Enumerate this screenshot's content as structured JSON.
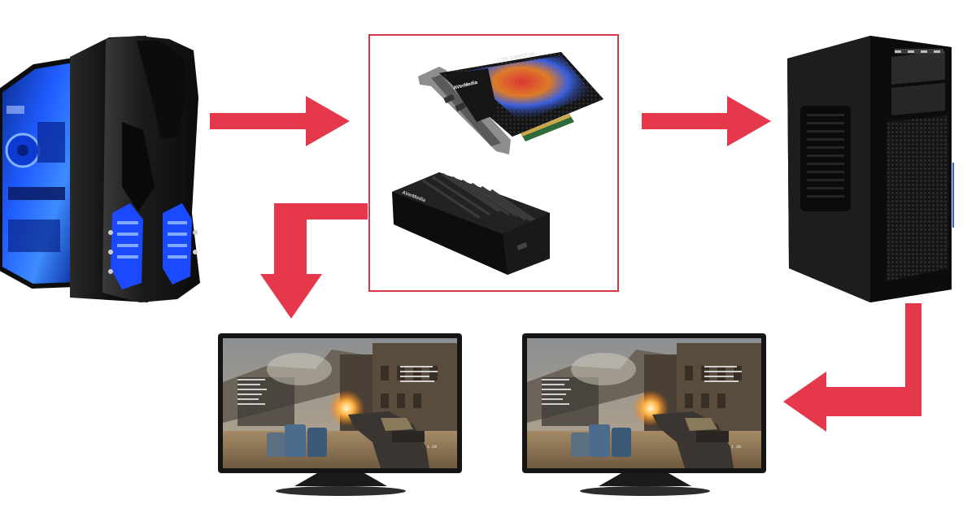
{
  "colors": {
    "arrow": "#e5384b",
    "frame": "#d8344a",
    "background": "#ffffff",
    "gaming_pc_glow": "#1f5bff",
    "card_chassis": "#121212"
  },
  "capture_card": {
    "brand_label": "AVerMedia",
    "model_label": "LIVE GAMER 4K"
  },
  "external_box": {
    "brand_label": "AVerMedia"
  },
  "game_screen": {
    "hud_value": "1 20"
  },
  "icons": {
    "source_pc": "gaming-pc-icon",
    "pcie_capture_card": "pcie-capture-card-icon",
    "usb_capture_box": "usb-capture-box-icon",
    "streaming_pc": "streaming-pc-icon",
    "monitor": "monitor-icon"
  }
}
